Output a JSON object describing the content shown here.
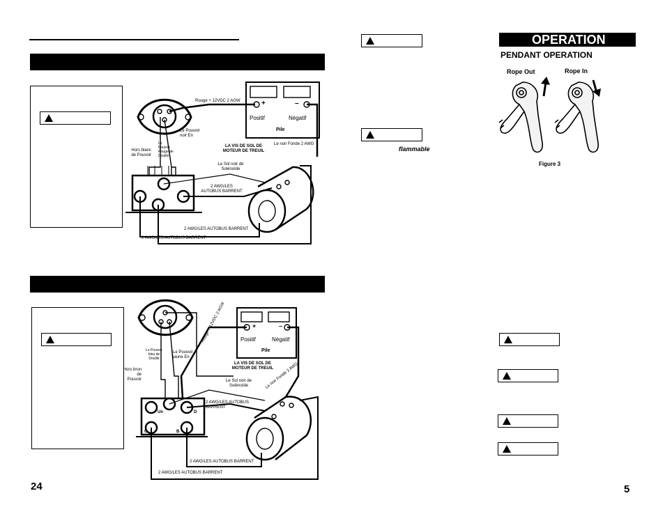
{
  "left_page": {
    "page_number": "24",
    "diagram1": {
      "battery_positive": "Positif",
      "battery_negative": "Négatif",
      "battery_label": "Pile",
      "plus_sign": "+",
      "minus_sign": "–",
      "red_wire": "Rouge + 12VDC 2 AGW",
      "power_black": "Le Pouvoir noir En",
      "power_socket": "Le Pouvoir Rouge de Douille",
      "white_out": "Hors blanc de Pouvoir",
      "ground_screw": "LA VIS DE SOL DE MOTEUR DE TREUIL",
      "black_ground": "Le noir Fonde 2 AWG",
      "solenoid_ground": "Le Sol noir de Solénoïde",
      "bus_bars_short": "2 AWG/LES AUTOBUS BARRENT",
      "bus_bars_inner": "2 AWG/LES AUTOBUS BARRENT",
      "bus_bars_outer": "2 AWG/LES AUTOBUS BARRENT"
    },
    "diagram2": {
      "battery_positive": "Positif",
      "battery_negative": "Négatif",
      "battery_label": "Pile",
      "plus_sign": "+",
      "minus_sign": "–",
      "red_wire": "Rouge + 12VDC 2 AGW",
      "power_blue": "Le Pouvoir bleu de Douille",
      "power_yellow": "Le Pouvoir jaune En",
      "brown_out": "Hors brun de Pouvoir",
      "ground_screw": "LA VIS DE SOL DE MOTEUR DE TREUIL",
      "black_ground": "Le noir Fonde 2 AWG",
      "solenoid_ground": "Le Sol noir de Solénoïde",
      "bus_bars_short": "2 AWG/LES AUTOBUS BARRENT",
      "bus_bars_inner": "2 AWG/LES AUTOBUS BARRENT",
      "bus_bars_outer": "2 AWG/LES AUTOBUS BARRENT",
      "terminal_a": "Un",
      "terminal_d": "D",
      "terminal_c": "C",
      "terminal_b": "B"
    }
  },
  "right_page": {
    "page_number": "5",
    "section_title": "OPERATION",
    "subsection_title": "PENDANT OPERATION",
    "rope_out": "Rope Out",
    "rope_in": "Rope In",
    "figure_caption": "Figure 3",
    "flammable_word": "flammable"
  },
  "icons": {
    "warning": "warning-triangle-icon"
  },
  "colors": {
    "ink": "#000000",
    "paper": "#ffffff"
  }
}
